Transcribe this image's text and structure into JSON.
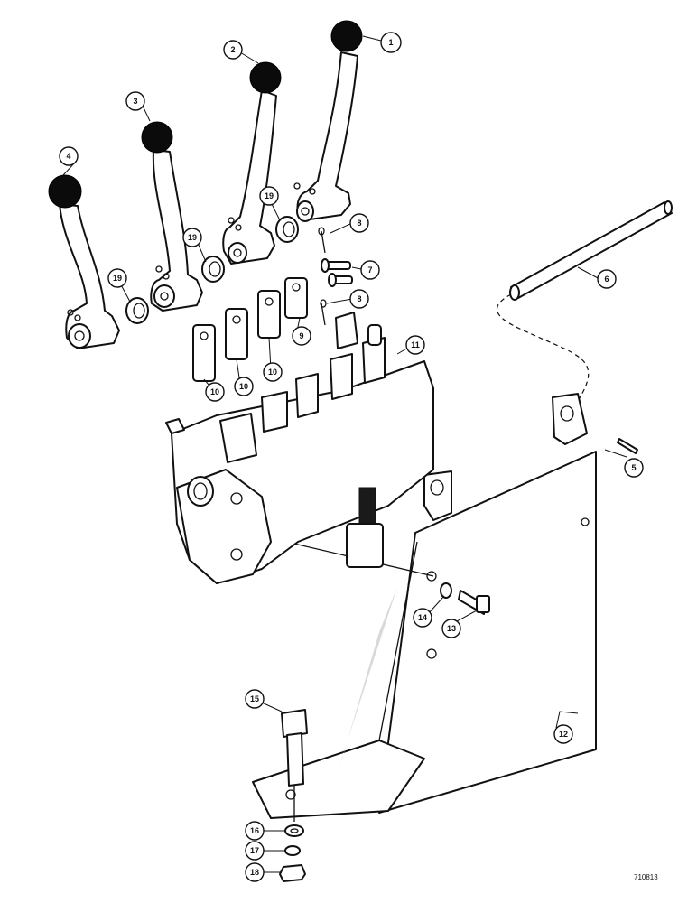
{
  "diagram": {
    "drawing_number": "710813",
    "callouts": {
      "c1": "1",
      "c2": "2",
      "c3": "3",
      "c4": "4",
      "c5": "5",
      "c6": "6",
      "c7": "7",
      "c8a": "8",
      "c8b": "8",
      "c9": "9",
      "c10a": "10",
      "c10b": "10",
      "c10c": "10",
      "c11": "11",
      "c12": "12",
      "c13": "13",
      "c14": "14",
      "c15": "15",
      "c16": "16",
      "c17": "17",
      "c18": "18",
      "c19a": "19",
      "c19b": "19",
      "c19c": "19"
    }
  }
}
